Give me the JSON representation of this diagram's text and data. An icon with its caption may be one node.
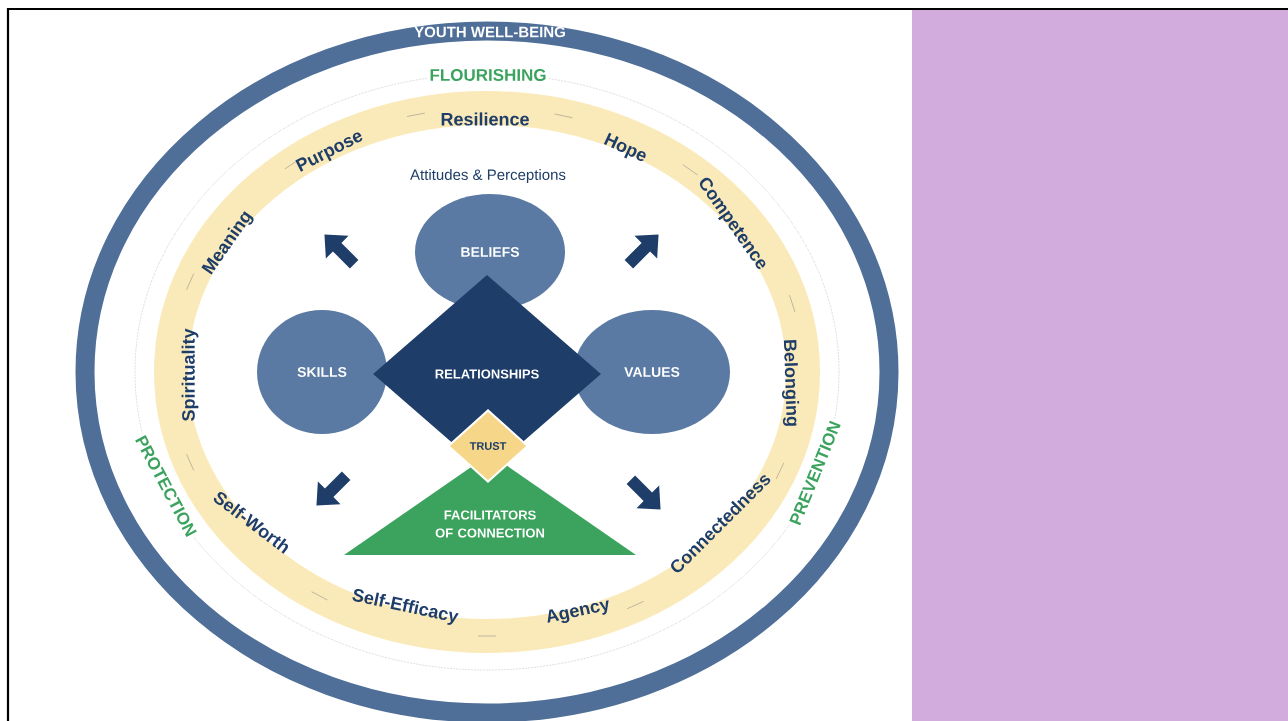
{
  "diagram": {
    "nodes": [
      {
        "text": [
          "BELIEFS"
        ]
      },
      {
        "text": [
          "SKILLS"
        ]
      },
      {
        "text": [
          "VALUES"
        ]
      },
      {
        "text": [
          "RELATIONSHIPS"
        ]
      },
      {
        "text": [
          "TRUST"
        ]
      },
      {
        "text": [
          "FACILITATORS OF CONNECTION"
        ]
      }
    ],
    "labels": [
      "YOUTH WELL-BEING",
      "FLOURISHING",
      "Resilience",
      "Purpose",
      "Hope",
      "Attitudes & Perceptions",
      "Competence",
      "Meaning",
      "Spirituality",
      "Belonging",
      "PREVENTION",
      "PROTECTION",
      "Self-Worth",
      "Connectedness",
      "Self-Efficacy",
      "Agency"
    ]
  }
}
